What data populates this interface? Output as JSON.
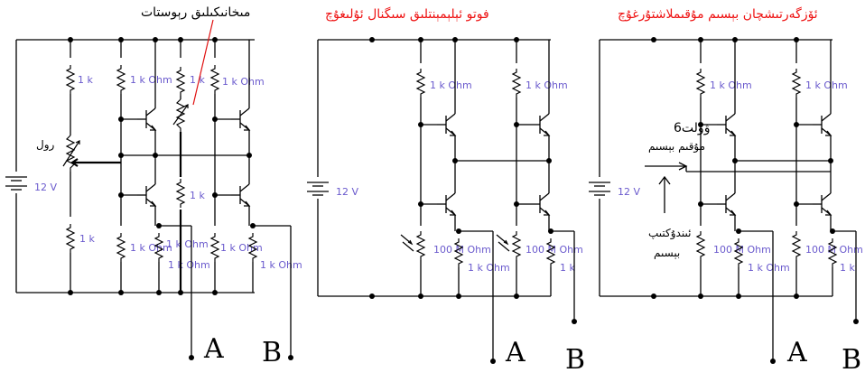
{
  "panel1": {
    "title": "مىخانىكىلىق رېوستات",
    "knob_label": "رول",
    "battery_label": "12 V",
    "res_1k": "1 k",
    "res_1kohm": "1 k Ohm",
    "res_1k_short": "1 k",
    "res_1kohm_b": "1 k Ohm",
    "res_1kohm_c": "1 k Ohm",
    "res_1kohm_d": "1 k Ohm",
    "res_1kohm_e": "1 k Ohm",
    "res_1kohm_f": "1 k Ohm",
    "res_1kohm_g": "1 k Ohm",
    "res_1k_mid": "1 k",
    "res_1k_bot": "1 k",
    "terminal_a": "A",
    "terminal_b": "B"
  },
  "panel2": {
    "title": "فوتو ئېلېمېنتلىق سىگنال ئۇلىغۇچ",
    "battery_label": "12 V",
    "res_1kohm_l": "1 k Ohm",
    "res_1kohm_r": "1 k Ohm",
    "ldr_l": "100 M Ohm",
    "ldr_r": "100 M Ohm",
    "res_1kohm_bl": "1 k Ohm",
    "res_1k_br": "1 k",
    "terminal_a": "A",
    "terminal_b": "B"
  },
  "panel3": {
    "title": "ئۆزگەرتىشچان بېسىم مۇقىملاشتۇرغۇچ",
    "battery_label": "12 V",
    "input_label_1": "6ۋولت",
    "input_label_2": "مۇقىم بېسىم",
    "output_label_1": "ئىندۇكتىپ",
    "output_label_2": "بېسىم",
    "res_1kohm_l": "1 k Ohm",
    "res_1kohm_r": "1 k Ohm",
    "res_100m_l": "100 M Ohm",
    "res_100m_r": "100 M Ohm",
    "res_1kohm_bl": "1 k Ohm",
    "res_1k_br": "1 k",
    "terminal_a": "A",
    "terminal_b": "B"
  }
}
